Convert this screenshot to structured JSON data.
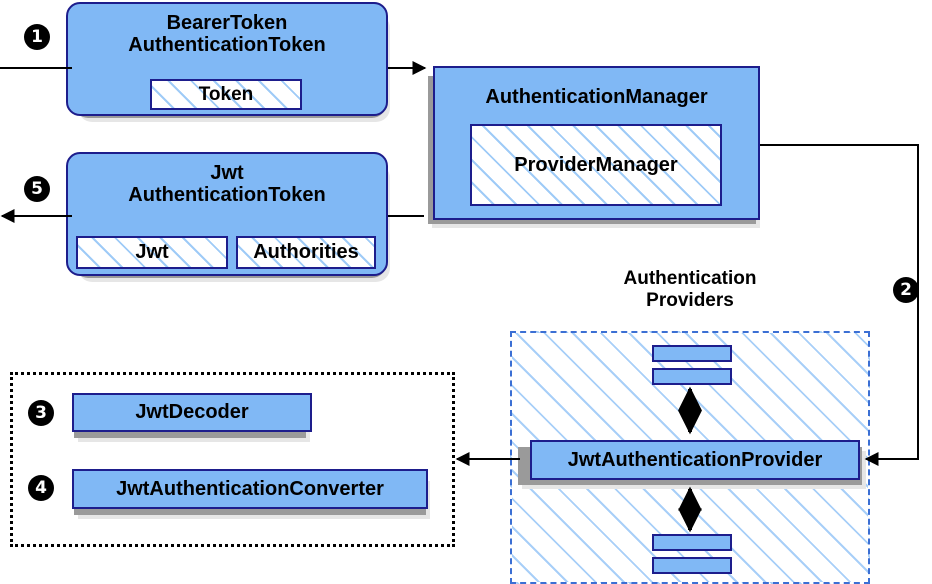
{
  "diagram": {
    "title": "Spring Security JWT Bearer Token Authentication Flow",
    "colors": {
      "node_fill": "#80b8f5",
      "node_border": "#1d1d8c",
      "hatch_line": "#9fcbf7",
      "providers_border": "#3b6fd4",
      "dotted_border": "#000000",
      "shadow_dark": "#9a9a9a",
      "shadow_light": "#e6e6e6",
      "arrow": "#000000",
      "text": "#000000"
    }
  },
  "nodes": {
    "bearer_token": {
      "title_line1": "BearerToken",
      "title_line2": "AuthenticationToken",
      "sub_boxes": [
        {
          "label": "Token"
        }
      ]
    },
    "authentication_manager": {
      "title": "AuthenticationManager",
      "sub_boxes": [
        {
          "label": "ProviderManager"
        }
      ]
    },
    "jwt_token": {
      "title_line1": "Jwt",
      "title_line2": "AuthenticationToken",
      "sub_boxes": [
        {
          "label": "Jwt"
        },
        {
          "label": "Authorities"
        }
      ]
    },
    "jwt_authentication_provider": {
      "title": "JwtAuthenticationProvider"
    },
    "jwt_decoder": {
      "title": "JwtDecoder"
    },
    "jwt_authentication_converter": {
      "title": "JwtAuthenticationConverter"
    }
  },
  "groups": {
    "authentication_providers": {
      "caption_line1": "Authentication",
      "caption_line2": "Providers",
      "other_providers": [
        {
          "name": "provider-bar-top-1"
        },
        {
          "name": "provider-bar-top-2"
        },
        {
          "name": "provider-bar-bottom-1"
        },
        {
          "name": "provider-bar-bottom-2"
        }
      ]
    },
    "jwt_support_group": {
      "members": [
        "JwtDecoder",
        "JwtAuthenticationConverter"
      ]
    }
  },
  "step_markers": [
    {
      "number": "❶",
      "digit": "1",
      "target": "bearer-token-authentication-token"
    },
    {
      "number": "❷",
      "digit": "2",
      "target": "jwt-authentication-provider"
    },
    {
      "number": "❸",
      "digit": "3",
      "target": "jwt-decoder"
    },
    {
      "number": "❹",
      "digit": "4",
      "target": "jwt-authentication-converter"
    },
    {
      "number": "❺",
      "digit": "5",
      "target": "jwt-authentication-token"
    }
  ],
  "connections": [
    {
      "name": "input-to-bearer-token",
      "from": "left-edge",
      "to": "bearer-token-authentication-token",
      "arrow": false
    },
    {
      "name": "bearer-token-to-authentication-manager",
      "from": "bearer-token-authentication-token",
      "to": "authentication-manager",
      "arrow": true
    },
    {
      "name": "authentication-manager-to-jwt-authentication-provider",
      "from": "authentication-manager",
      "to": "jwt-authentication-provider",
      "arrow": true
    },
    {
      "name": "jwt-authentication-provider-to-jwt-support-group",
      "from": "jwt-authentication-provider",
      "to": "jwt-support-group",
      "arrow": true
    },
    {
      "name": "authentication-manager-to-jwt-authentication-token",
      "from": "authentication-manager",
      "to": "jwt-authentication-token",
      "arrow": false
    },
    {
      "name": "jwt-authentication-token-to-output",
      "from": "jwt-authentication-token",
      "to": "left-edge",
      "arrow": true
    },
    {
      "name": "provider-bars-top-bidirectional",
      "from": "provider-bar-top-2",
      "to": "jwt-authentication-provider",
      "arrow": "both"
    },
    {
      "name": "provider-bars-bottom-bidirectional",
      "from": "jwt-authentication-provider",
      "to": "provider-bar-bottom-1",
      "arrow": "both"
    }
  ]
}
